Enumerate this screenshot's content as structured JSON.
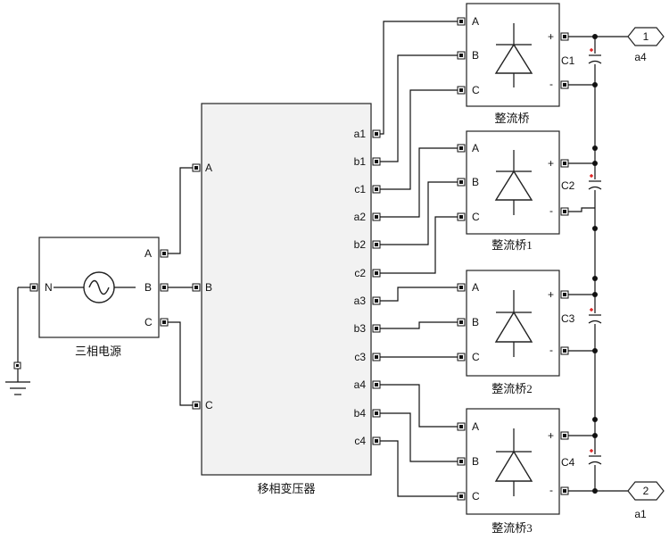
{
  "source": {
    "label": "三相电源",
    "ports_out": [
      "A",
      "B",
      "C"
    ],
    "port_n": "N"
  },
  "transformer": {
    "label": "移相变压器",
    "ports_in": [
      "A",
      "B",
      "C"
    ],
    "ports_out": [
      "a1",
      "b1",
      "c1",
      "a2",
      "b2",
      "c2",
      "a3",
      "b3",
      "c3",
      "a4",
      "b4",
      "c4"
    ]
  },
  "rectifiers": [
    {
      "label": "整流桥",
      "ports": [
        "A",
        "B",
        "C"
      ],
      "plus": "+",
      "minus": "-"
    },
    {
      "label": "整流桥1",
      "ports": [
        "A",
        "B",
        "C"
      ],
      "plus": "+",
      "minus": "-"
    },
    {
      "label": "整流桥2",
      "ports": [
        "A",
        "B",
        "C"
      ],
      "plus": "+",
      "minus": "-"
    },
    {
      "label": "整流桥3",
      "ports": [
        "A",
        "B",
        "C"
      ],
      "plus": "+",
      "minus": "-"
    }
  ],
  "capacitors": [
    "C1",
    "C2",
    "C3",
    "C4"
  ],
  "outports": [
    {
      "number": "1",
      "label": "a4"
    },
    {
      "number": "2",
      "label": "a1"
    }
  ]
}
